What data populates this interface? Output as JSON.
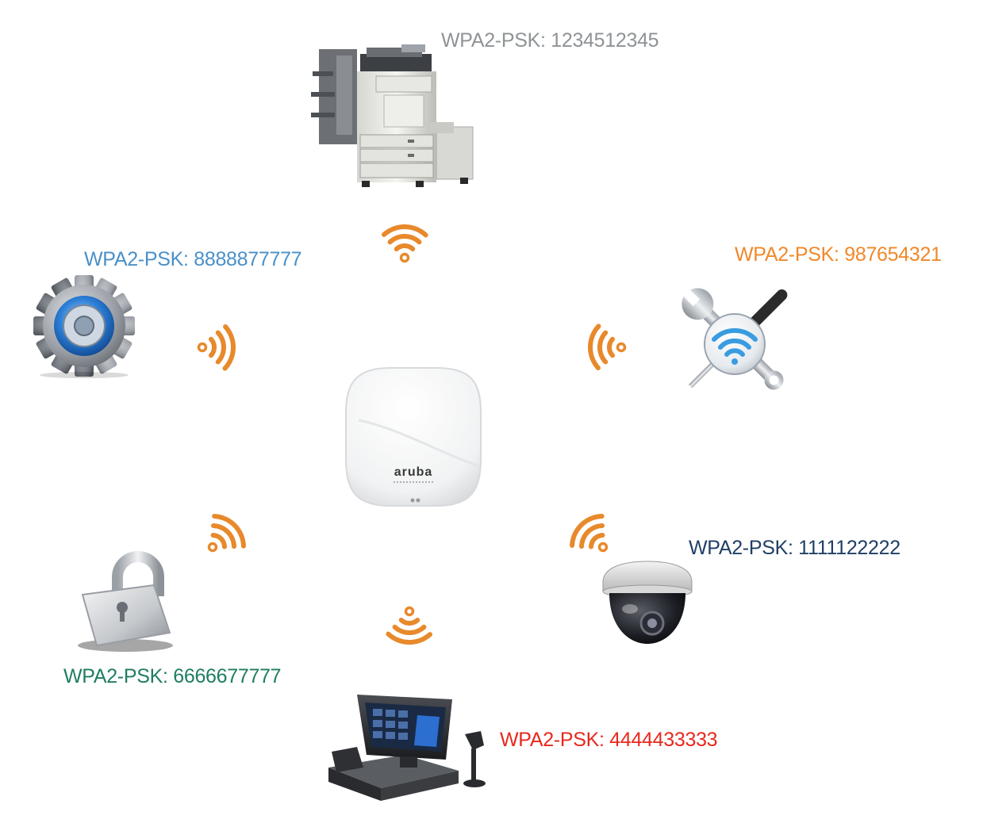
{
  "devices": [
    {
      "id": "printer",
      "icon": "printer-icon",
      "psk_label": "WPA2-PSK: 1234512345",
      "color": "#8f9396"
    },
    {
      "id": "gear",
      "icon": "gear-icon",
      "psk_label": "WPA2-PSK: 8888877777",
      "color": "#4a90c8"
    },
    {
      "id": "tools",
      "icon": "wifi-tools-icon",
      "psk_label": "WPA2-PSK: 987654321",
      "color": "#f0882a"
    },
    {
      "id": "camera",
      "icon": "security-camera-icon",
      "psk_label": "WPA2-PSK: 1111122222",
      "color": "#1f3f66"
    },
    {
      "id": "lock",
      "icon": "padlock-icon",
      "psk_label": "WPA2-PSK: 6666677777",
      "color": "#1f7d62"
    },
    {
      "id": "pos",
      "icon": "pos-terminal-icon",
      "psk_label": "WPA2-PSK: 4444433333",
      "color": "#e8281e"
    }
  ],
  "access_point": {
    "icon": "access-point-icon",
    "brand": "aruba"
  },
  "signal_color": "#e8892b"
}
